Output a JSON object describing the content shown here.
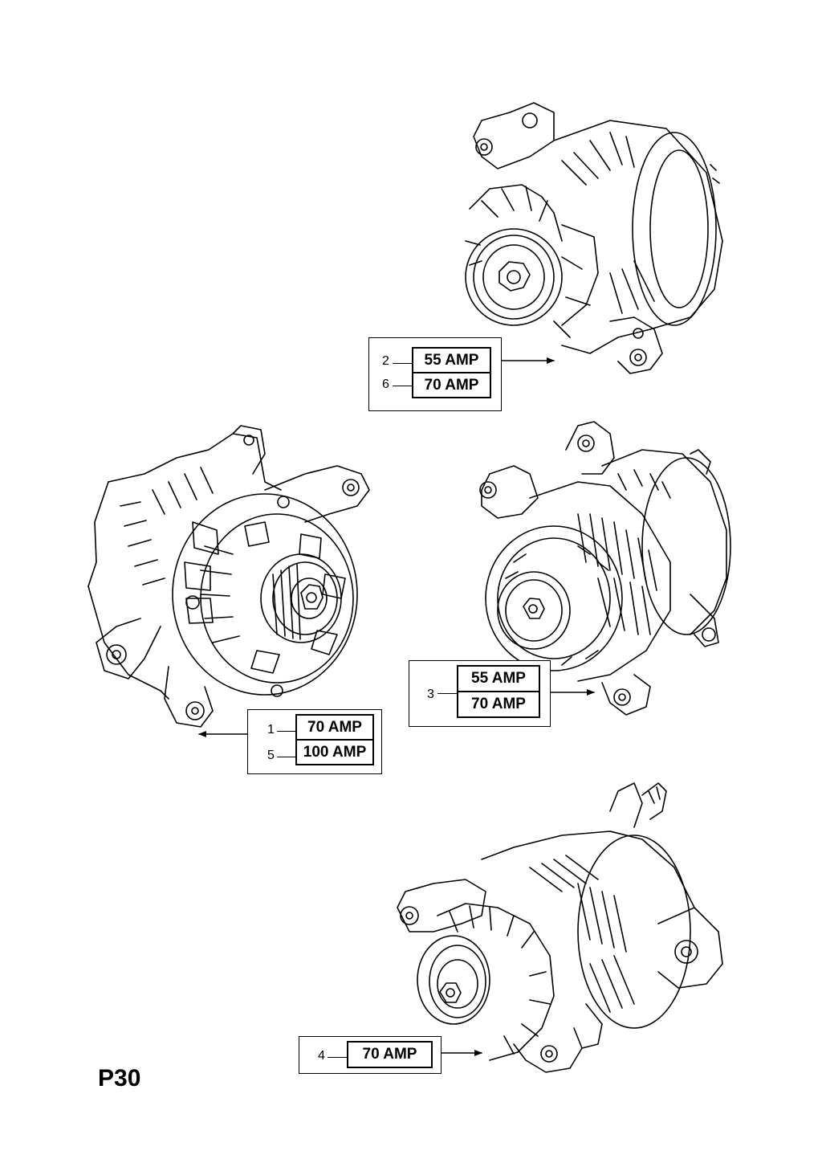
{
  "page_code": "P30",
  "callouts": [
    {
      "items": [
        {
          "number": "2",
          "label": "55 AMP"
        },
        {
          "number": "6",
          "label": "70 AMP"
        }
      ]
    },
    {
      "items": [
        {
          "number": "3",
          "label": "55 AMP"
        },
        {
          "number": "3",
          "label": "70 AMP"
        }
      ]
    },
    {
      "items": [
        {
          "number": "1",
          "label": "70 AMP"
        },
        {
          "number": "5",
          "label": "100 AMP"
        }
      ]
    },
    {
      "items": [
        {
          "number": "4",
          "label": "70 AMP"
        }
      ]
    }
  ]
}
